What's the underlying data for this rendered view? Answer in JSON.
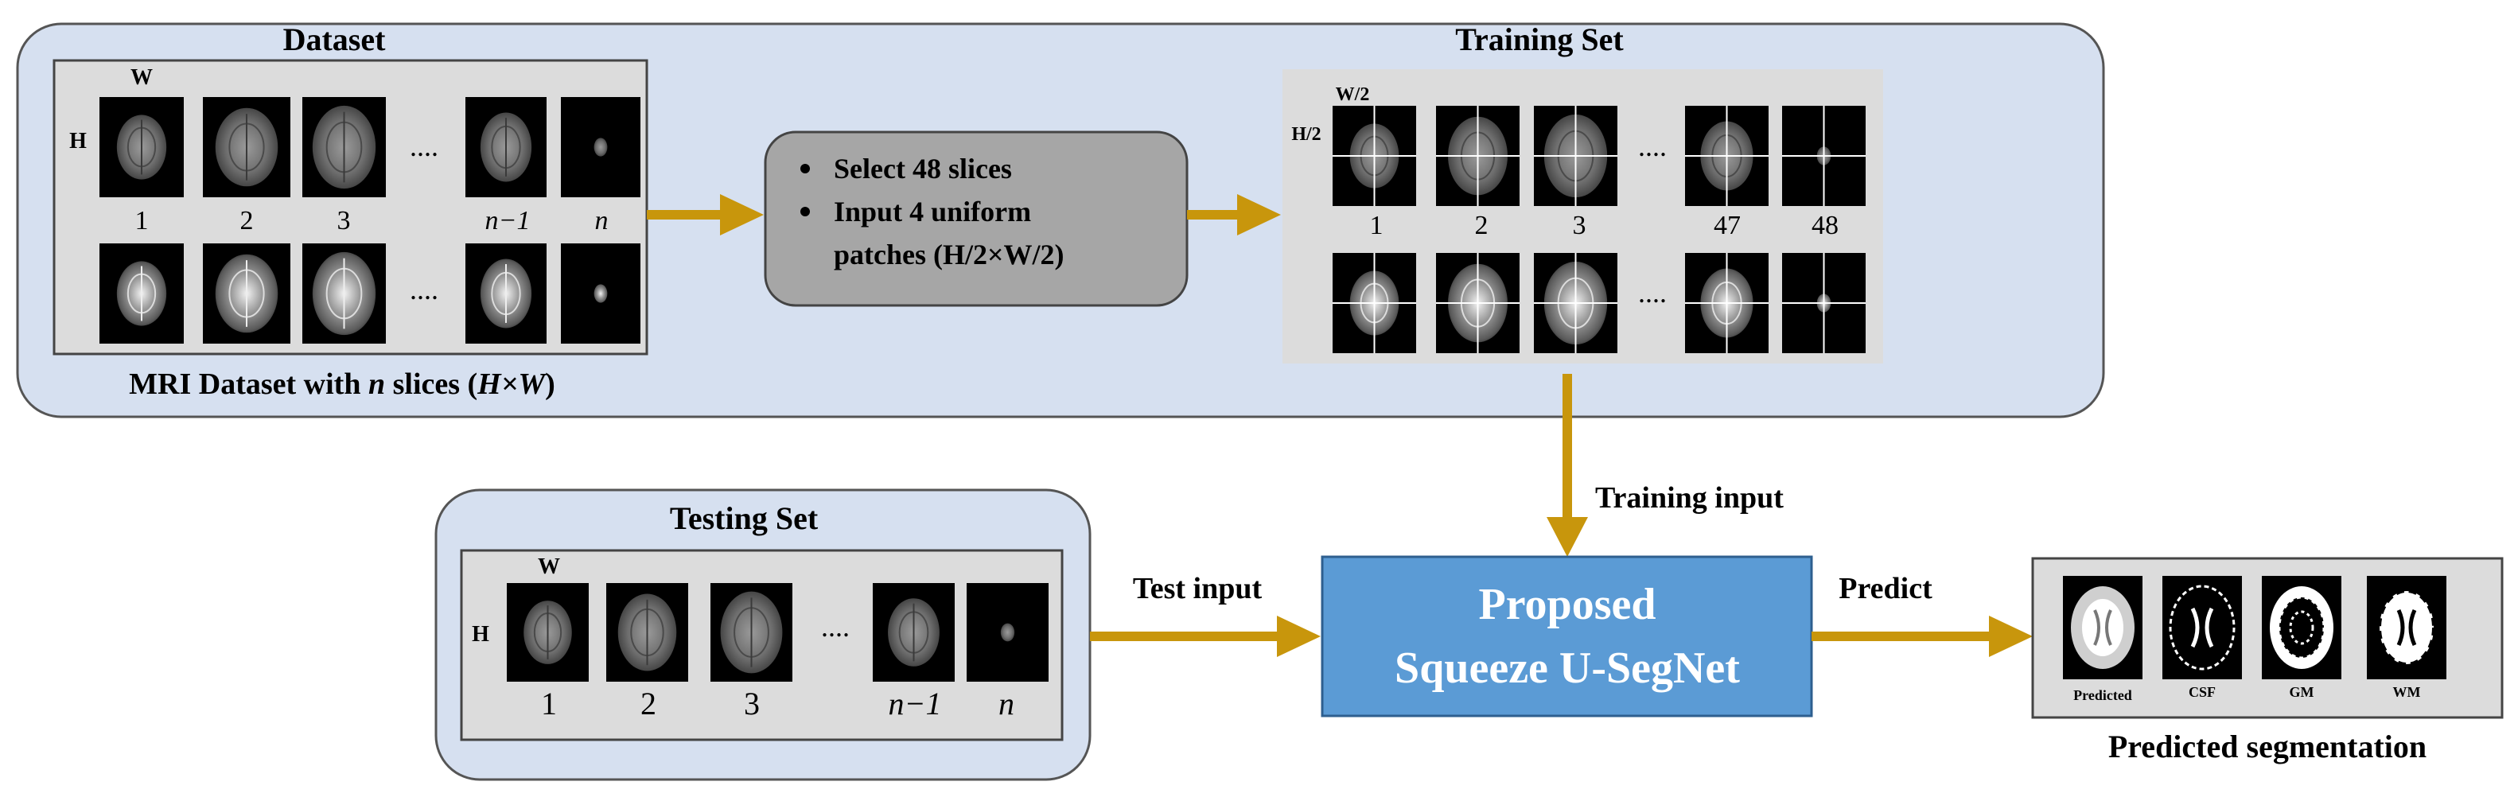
{
  "dataset": {
    "title": "Dataset",
    "dim_w": "W",
    "dim_h": "H",
    "ellipsis": "....",
    "slice_labels": [
      "1",
      "2",
      "3",
      "n−1",
      "n"
    ],
    "caption_prefix": "MRI Dataset with ",
    "caption_n": "n",
    "caption_mid": " slices (",
    "caption_dims": "H×W",
    "caption_suffix": ")"
  },
  "process": {
    "bullet_1": "Select 48 slices",
    "bullet_2a": "Input 4 uniform",
    "bullet_2b": "patches (H/2×W/2)"
  },
  "training": {
    "title": "Training Set",
    "dim_w": "W/2",
    "dim_h": "H/2",
    "ellipsis": "....",
    "slice_labels": [
      "1",
      "2",
      "3",
      "47",
      "48"
    ]
  },
  "testing": {
    "title": "Testing Set",
    "dim_w": "W",
    "dim_h": "H",
    "ellipsis": "....",
    "slice_labels": [
      "1",
      "2",
      "3",
      "n−1",
      "n"
    ]
  },
  "model": {
    "line_1": "Proposed",
    "line_2": "Squeeze U-SegNet"
  },
  "arrows": {
    "training_input": "Training input",
    "test_input": "Test input",
    "predict": "Predict"
  },
  "output": {
    "labels": [
      "Predicted",
      "CSF",
      "GM",
      "WM"
    ],
    "caption": "Predicted segmentation"
  },
  "colors": {
    "panel_fill": "#d6e0f0",
    "arrow": "#c8960c",
    "model_fill": "#5b9bd5",
    "process_fill": "#a6a6a6",
    "inner_fill": "#dcdcdc"
  }
}
